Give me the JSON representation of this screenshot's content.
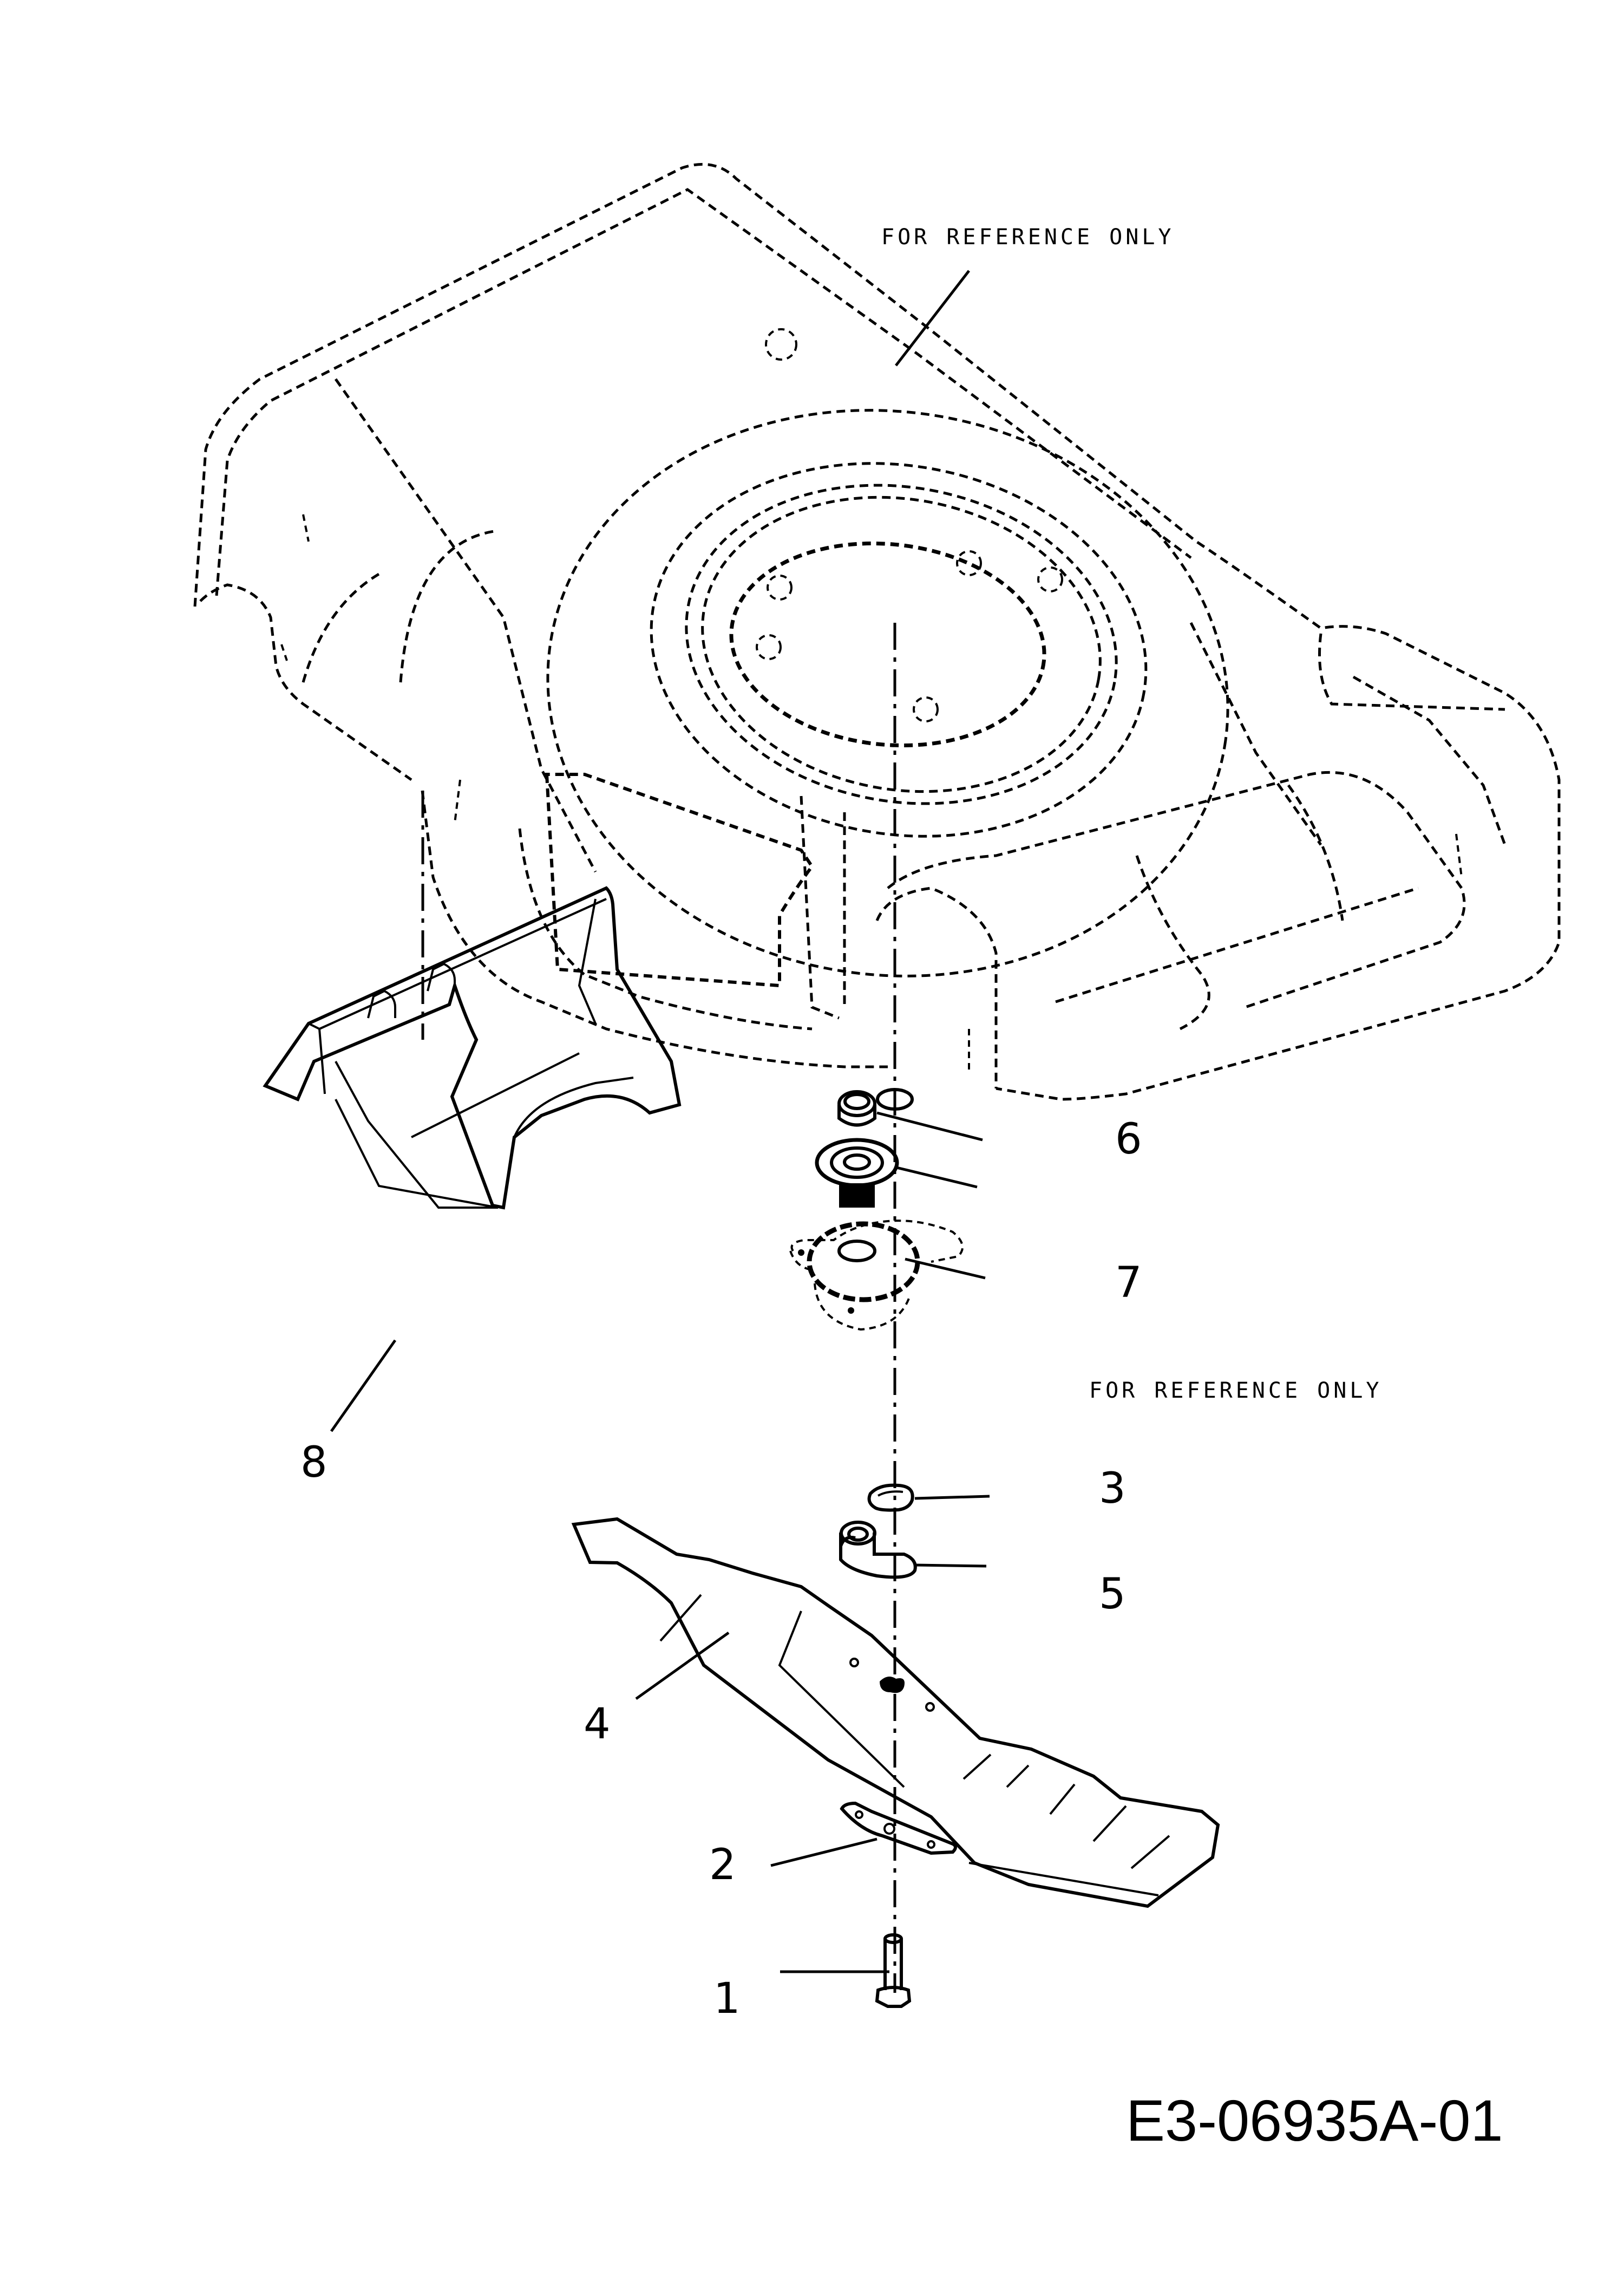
{
  "diagram": {
    "title_block": {
      "drawing_number": "E3-06935A-01"
    },
    "reference_notes": [
      {
        "id": "deck",
        "text": "FOR REFERENCE ONLY"
      },
      {
        "id": "adapter",
        "text": "FOR REFERENCE ONLY"
      }
    ],
    "callouts": [
      {
        "number": "1",
        "part": "blade-bolt"
      },
      {
        "number": "2",
        "part": "stiffener-plate"
      },
      {
        "number": "3",
        "part": "key"
      },
      {
        "number": "4",
        "part": "blade"
      },
      {
        "number": "5",
        "part": "blade-adapter"
      },
      {
        "number": "6",
        "part": "bearing-ring"
      },
      {
        "number": "7",
        "part": "flange-bushing"
      },
      {
        "number": "8",
        "part": "mulch-plug-deflector"
      }
    ],
    "colors": {
      "line": "#000000",
      "background": "#ffffff"
    }
  }
}
